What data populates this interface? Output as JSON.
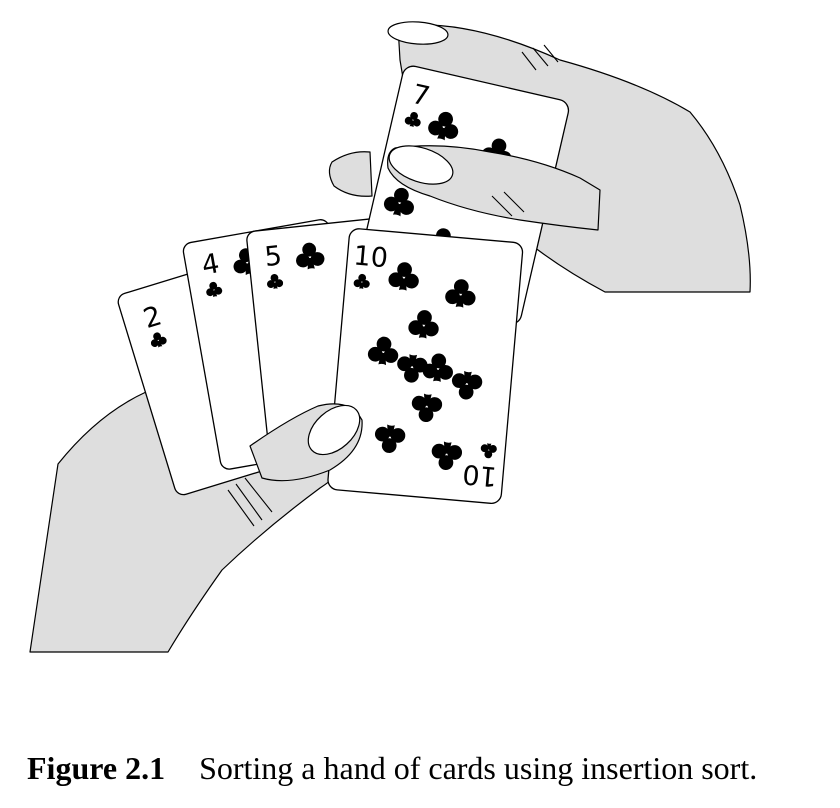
{
  "figure": {
    "label": "Figure 2.1",
    "caption": "Sorting a hand of cards using insertion sort."
  },
  "cards": [
    {
      "id": "card-2",
      "rank": "2",
      "suit": "club-icon"
    },
    {
      "id": "card-4",
      "rank": "4",
      "suit": "club-icon"
    },
    {
      "id": "card-5",
      "rank": "5",
      "suit": "club-icon"
    },
    {
      "id": "card-10",
      "rank": "10",
      "suit": "club-icon"
    },
    {
      "id": "card-7",
      "rank": "7",
      "suit": "club-icon"
    }
  ],
  "colors": {
    "hand_fill": "#dedede",
    "ink": "#000000",
    "card_fill": "#ffffff"
  }
}
